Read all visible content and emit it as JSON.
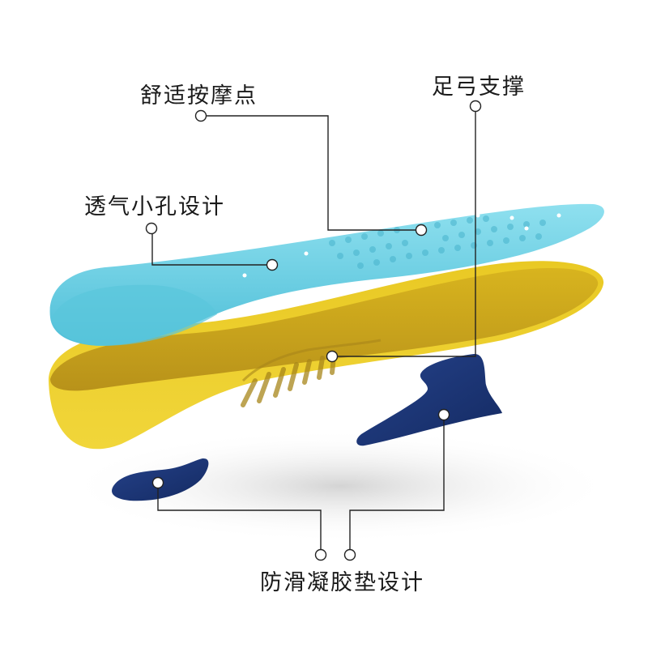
{
  "labels": {
    "massage_points": "舒适按摩点",
    "arch_support": "足弓支撑",
    "breathable_holes": "透气小孔设计",
    "anti_slip_pads": "防滑凝胶垫设计"
  },
  "colors": {
    "top_layer": "#6ccfe2",
    "middle_layer": "#c9a51a",
    "gel_pads": "#1f3a7a",
    "callout_lines": "#222222",
    "background": "#ffffff"
  }
}
